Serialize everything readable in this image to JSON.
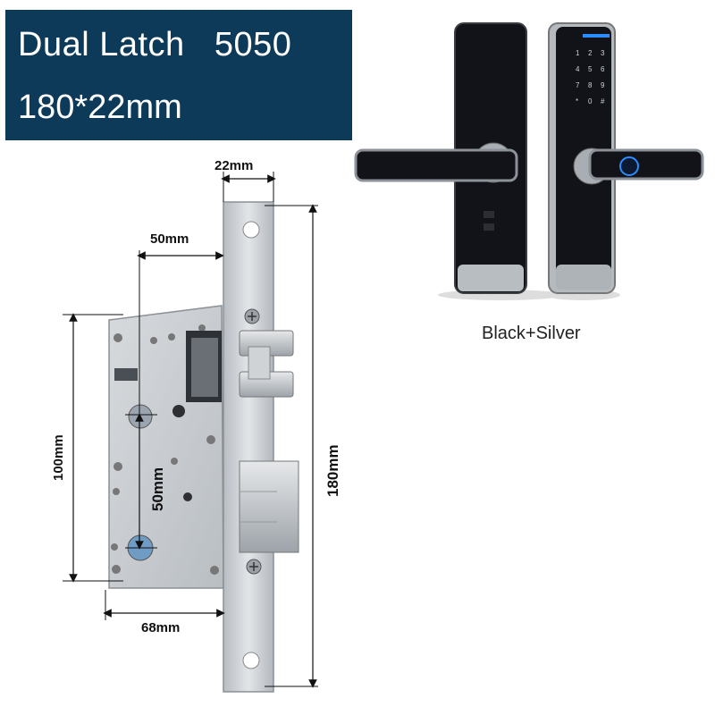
{
  "banner": {
    "model_label": "Dual Latch",
    "model_number": "5050",
    "size": "180*22mm"
  },
  "dimensions": {
    "faceplate_width": "22mm",
    "backset": "50mm",
    "body_height": "100mm",
    "center_distance": "50mm",
    "faceplate_height": "180mm",
    "body_depth": "68mm"
  },
  "product": {
    "color_option": "Black+Silver"
  },
  "colors": {
    "banner_bg": "#0e3a5a",
    "lock_black": "#111318",
    "steel": "#c9cdd2",
    "fingerprint_blue": "#2a8cff"
  }
}
